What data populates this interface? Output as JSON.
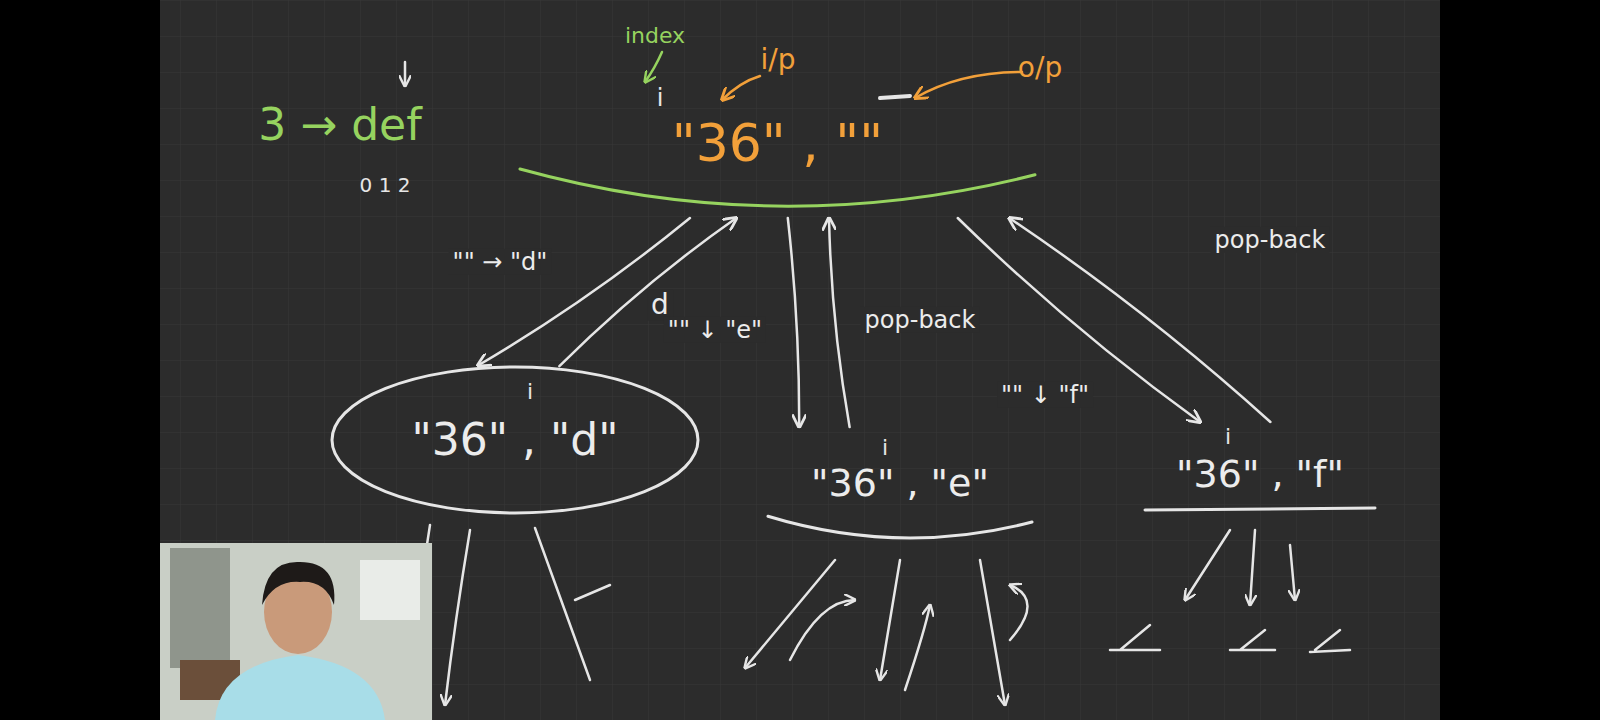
{
  "diagram": {
    "nodes": [
      {
        "text": [
          "\"36\" , \"\""
        ]
      },
      {
        "text": [
          "\"36\" , \"d\""
        ]
      },
      {
        "text": [
          "\"36\" , \"e\""
        ]
      },
      {
        "text": [
          "\"36\" , \"f\""
        ]
      }
    ],
    "edges": [
      {
        "from": 0,
        "to": 1,
        "arrow": "to",
        "label": "\"\" → \"d\""
      },
      {
        "from": 1,
        "to": 0,
        "arrow": "to",
        "label": "d"
      },
      {
        "from": 0,
        "to": 2,
        "arrow": "to",
        "label": "\"\" ↓ \"e\""
      },
      {
        "from": 2,
        "to": 0,
        "arrow": "to",
        "label": "pop-back"
      },
      {
        "from": 0,
        "to": 3,
        "arrow": "to",
        "label": "\"\" ↓ \"f\""
      },
      {
        "from": 3,
        "to": 0,
        "arrow": "to",
        "label": "pop-back"
      }
    ],
    "labels": [
      "3 → def",
      "0 1 2",
      "index",
      "i/p",
      "o/p",
      "i",
      "i",
      "i",
      "i"
    ]
  }
}
